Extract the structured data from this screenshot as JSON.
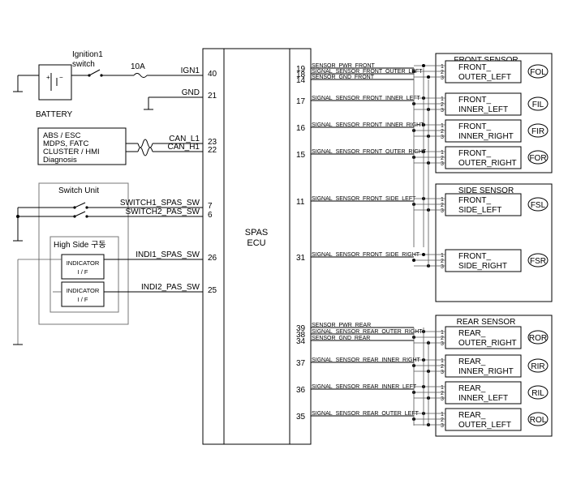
{
  "battery": {
    "label": "BATTERY"
  },
  "ignition": {
    "label_line1": "Ignition1",
    "label_line2": "switch",
    "fuse": "10A"
  },
  "ecu": {
    "label_line1": "SPAS",
    "label_line2": "ECU"
  },
  "left_pins": [
    {
      "name": "IGN1",
      "pin": "40"
    },
    {
      "name": "GND",
      "pin": "21"
    },
    {
      "name": "CAN_L1",
      "pin": "23"
    },
    {
      "name": "CAN_H1",
      "pin": "22"
    },
    {
      "name": "SWITCH1_SPAS_SW",
      "pin": "7"
    },
    {
      "name": "SWITCH2_PAS_SW",
      "pin": "6"
    },
    {
      "name": "INDI1_SPAS_SW",
      "pin": "26"
    },
    {
      "name": "INDI2_PAS_SW",
      "pin": "25"
    }
  ],
  "can_module": {
    "lines": [
      "ABS / ESC",
      "MDPS, FATC",
      "CLUSTER / HMI",
      "Diagnosis"
    ]
  },
  "switch_unit": {
    "title": "Switch Unit",
    "high_side": "High Side 구동",
    "indicator_label": "INDICATOR",
    "indicator_sub": "I / F"
  },
  "right_signals": [
    {
      "pin": "19",
      "name": "SENSOR_PWR_FRONT"
    },
    {
      "pin": "18",
      "name": "SIGNAL_SENSOR_FRONT_OUTER_LEFT"
    },
    {
      "pin": "14",
      "name": "SENSOR_GND_FRONT"
    },
    {
      "pin": "17",
      "name": "SIGNAL_SENSOR_FRONT_INNER_LEFT"
    },
    {
      "pin": "16",
      "name": "SIGNAL_SENSOR_FRONT_INNER_RIGHT"
    },
    {
      "pin": "15",
      "name": "SIGNAL_SENSOR_FRONT_OUTER_RIGHT"
    },
    {
      "pin": "11",
      "name": "SIGNAL_SENSOR_FRONT_SIDE_LEFT"
    },
    {
      "pin": "31",
      "name": "SIGNAL_SENSOR_FRONT_SIDE_RIGHT"
    },
    {
      "pin": "39",
      "name": "SENSOR_PWR_REAR"
    },
    {
      "pin": "38",
      "name": "SIGNAL_SENSOR_REAR_OUTER_RIGHT"
    },
    {
      "pin": "34",
      "name": "SENSOR_GND_REAR"
    },
    {
      "pin": "37",
      "name": "SIGNAL_SENSOR_REAR_INNER_RIGHT"
    },
    {
      "pin": "36",
      "name": "SIGNAL_SENSOR_REAR_INNER_LEFT"
    },
    {
      "pin": "35",
      "name": "SIGNAL_SENSOR_REAR_OUTER_LEFT"
    }
  ],
  "groups": [
    {
      "title": "FRONT SENSOR",
      "sensors": [
        {
          "line1": "FRONT_",
          "line2": "OUTER_LEFT",
          "tag": "FOL"
        },
        {
          "line1": "FRONT_",
          "line2": "INNER_LEFT",
          "tag": "FIL"
        },
        {
          "line1": "FRONT_",
          "line2": "INNER_RIGHT",
          "tag": "FIR"
        },
        {
          "line1": "FRONT_",
          "line2": "OUTER_RIGHT",
          "tag": "FOR"
        }
      ]
    },
    {
      "title": "SIDE SENSOR",
      "sensors": [
        {
          "line1": "FRONT_",
          "line2": "SIDE_LEFT",
          "tag": "FSL"
        },
        {
          "line1": "FRONT_",
          "line2": "SIDE_RIGHT",
          "tag": "FSR"
        }
      ]
    },
    {
      "title": "REAR SENSOR",
      "sensors": [
        {
          "line1": "REAR_",
          "line2": "OUTER_RIGHT",
          "tag": "ROR"
        },
        {
          "line1": "REAR_",
          "line2": "INNER_RIGHT",
          "tag": "RIR"
        },
        {
          "line1": "REAR_",
          "line2": "INNER_LEFT",
          "tag": "RIL"
        },
        {
          "line1": "REAR_",
          "line2": "OUTER_LEFT",
          "tag": "ROL"
        }
      ]
    }
  ],
  "connector_pins": [
    "1",
    "2",
    "3"
  ]
}
